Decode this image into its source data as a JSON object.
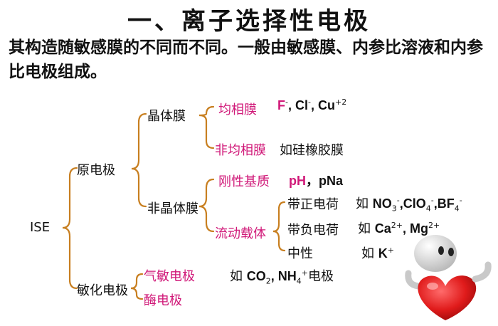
{
  "title": "一、离子选择性电极",
  "intro": "其构造随敏感膜的不同而不同。一般由敏感膜、内参比溶液和内参比电极组成。",
  "tree": {
    "root": "ISE",
    "primary": "原电极",
    "crystal": "晶体膜",
    "homogeneous": "均相膜",
    "homogeneous_example": {
      "f": "F",
      "rest1": ", Cl",
      "rest2": ", Cu",
      "charge": "+2",
      "neg": "-"
    },
    "heterogeneous": "非均相膜",
    "heterogeneous_example": "如硅橡胶膜",
    "noncrystal": "非晶体膜",
    "rigid": "刚性基质",
    "rigid_example": {
      "ph": "pH",
      "pna": "，pNa"
    },
    "mobile": "流动载体",
    "positive": "带正电荷",
    "positive_example": {
      "prefix": "如",
      "no3": "NO",
      "clo4": ",ClO",
      "bf4": ",BF",
      "sub3": "3",
      "sub4": "4",
      "neg": "-"
    },
    "negative": "带负电荷",
    "negative_example": {
      "prefix": "如",
      "ca": "Ca",
      "mg": ", Mg",
      "charge": "2+"
    },
    "neutral": "中性",
    "neutral_example": {
      "prefix": "如",
      "k": "K",
      "charge": "+"
    },
    "sensitized": "敏化电极",
    "gas": "气敏电极",
    "gas_example": {
      "prefix": "如",
      "co2": "CO",
      "sub2": "2",
      "nh4": ", NH",
      "sub4": "4",
      "charge": "+",
      "suffix": "电极"
    },
    "enzyme": "酶电极"
  },
  "colors": {
    "brace": "#c87f20",
    "accent": "#d01878"
  },
  "icons": {
    "mascot": "mascot-holding-heart-icon"
  }
}
